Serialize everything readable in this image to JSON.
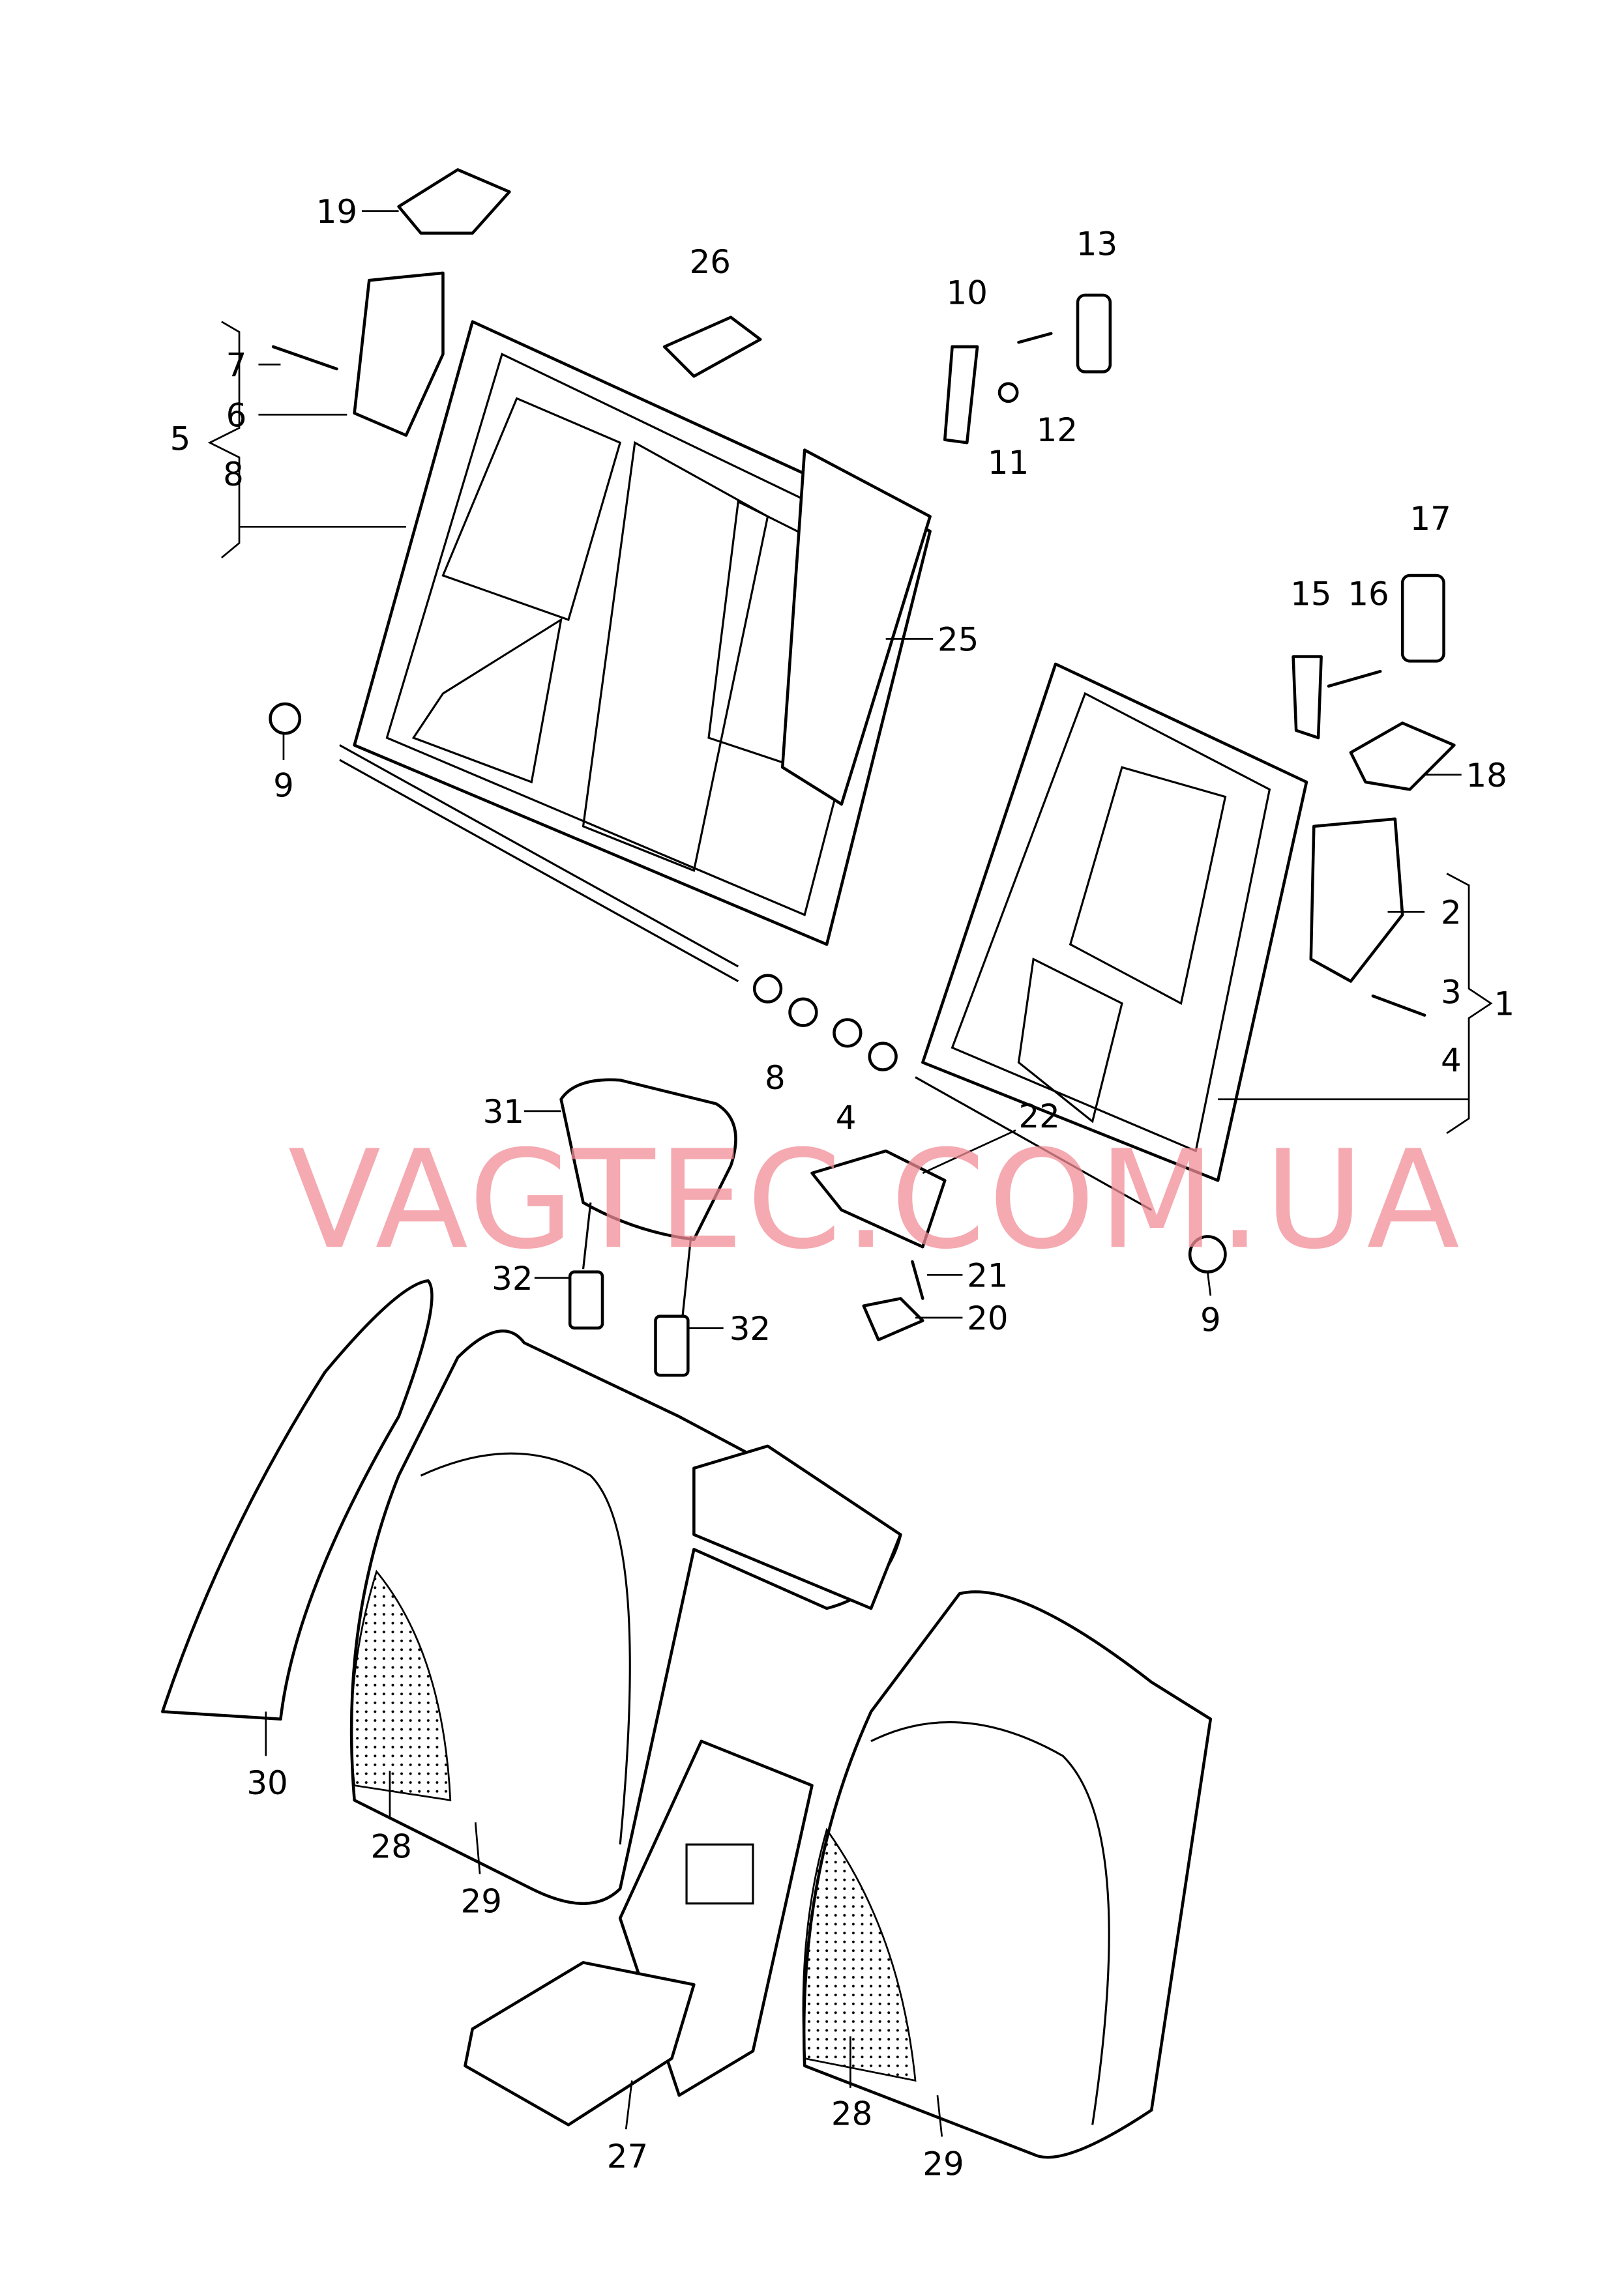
{
  "diagram": {
    "watermark": "VAGTEC.COM.UA",
    "callouts": [
      "19",
      "26",
      "13",
      "10",
      "7",
      "6",
      "5",
      "8",
      "12",
      "11",
      "17",
      "15",
      "16",
      "25",
      "9",
      "18",
      "2",
      "3",
      "1",
      "4",
      "8",
      "4",
      "31",
      "22",
      "9",
      "32",
      "21",
      "32",
      "20",
      "30",
      "28",
      "29",
      "27",
      "28",
      "29"
    ]
  }
}
